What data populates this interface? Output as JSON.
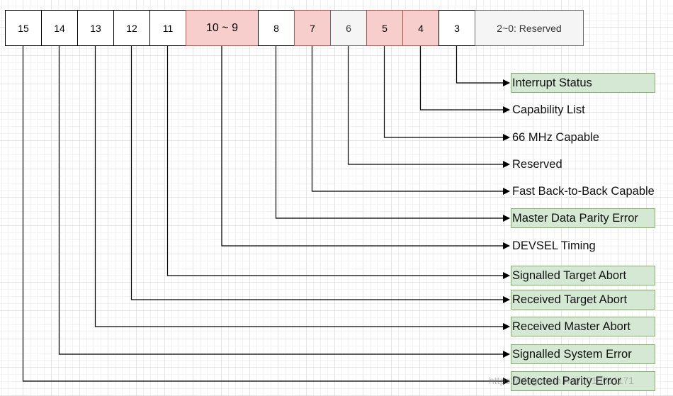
{
  "bits": [
    {
      "label": "15",
      "style": "white"
    },
    {
      "label": "14",
      "style": "white"
    },
    {
      "label": "13",
      "style": "white"
    },
    {
      "label": "12",
      "style": "white"
    },
    {
      "label": "11",
      "style": "white"
    },
    {
      "label": "10 ~ 9",
      "style": "pink"
    },
    {
      "label": "8",
      "style": "white"
    },
    {
      "label": "7",
      "style": "pink"
    },
    {
      "label": "6",
      "style": "grey"
    },
    {
      "label": "5",
      "style": "pink"
    },
    {
      "label": "4",
      "style": "pink"
    },
    {
      "label": "3",
      "style": "white"
    },
    {
      "label": "2~0: Reserved",
      "style": "grey"
    }
  ],
  "fields": [
    {
      "bit": "3",
      "name": "Interrupt Status",
      "style": "green"
    },
    {
      "bit": "4",
      "name": "Capability List",
      "style": "plain"
    },
    {
      "bit": "5",
      "name": "66 MHz Capable",
      "style": "plain"
    },
    {
      "bit": "6",
      "name": "Reserved",
      "style": "plain"
    },
    {
      "bit": "7",
      "name": "Fast Back-to-Back Capable",
      "style": "plain"
    },
    {
      "bit": "8",
      "name": "Master Data Parity Error",
      "style": "green"
    },
    {
      "bit": "10 ~ 9",
      "name": "DEVSEL Timing",
      "style": "plain"
    },
    {
      "bit": "11",
      "name": "Signalled Target Abort",
      "style": "green"
    },
    {
      "bit": "12",
      "name": "Received Target Abort",
      "style": "green"
    },
    {
      "bit": "13",
      "name": "Received Master Abort",
      "style": "green"
    },
    {
      "bit": "14",
      "name": "Signalled System Error",
      "style": "green"
    },
    {
      "bit": "15",
      "name": "Detected Parity Error",
      "style": "green"
    }
  ],
  "watermark": "https://blog.csdn.net/u010011171",
  "colors": {
    "pink_fill": "#f8cecc",
    "pink_stroke": "#b85450",
    "grey_fill": "#f5f5f5",
    "grey_stroke": "#666666",
    "green_fill": "#d5e8d4",
    "green_stroke": "#82b366"
  }
}
